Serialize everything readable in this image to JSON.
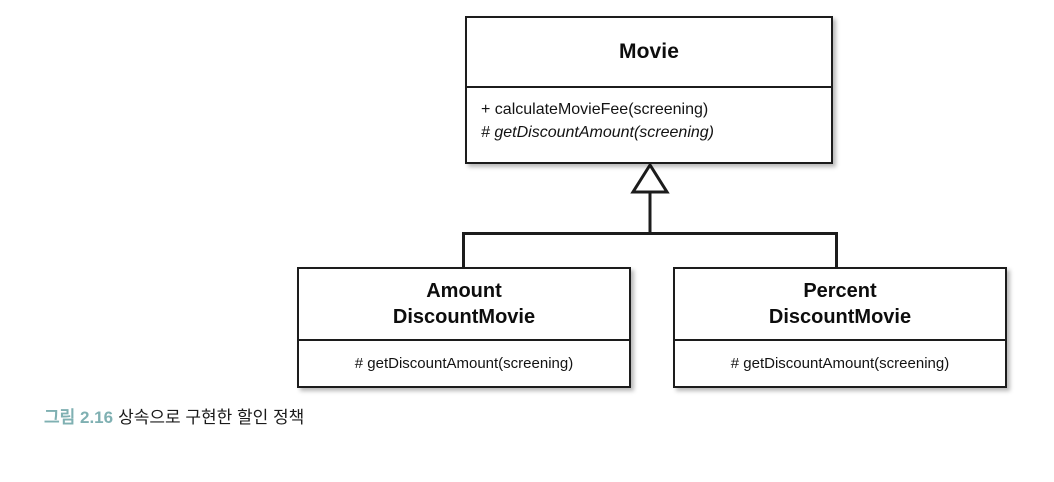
{
  "diagram": {
    "type": "uml-class-diagram",
    "relationship": "generalization",
    "classes": [
      {
        "id": "movie",
        "name_lines": [
          "Movie"
        ],
        "abstract": true,
        "operations": [
          {
            "visibility": "+",
            "signature": "calculateMovieFee(screening)",
            "abstract": false
          },
          {
            "visibility": "#",
            "signature": "getDiscountAmount(screening)",
            "abstract": true
          }
        ]
      },
      {
        "id": "amount",
        "name_lines": [
          "Amount",
          "DiscountMovie"
        ],
        "abstract": false,
        "operations": [
          {
            "visibility": "#",
            "signature": "getDiscountAmount(screening)",
            "abstract": false
          }
        ]
      },
      {
        "id": "percent",
        "name_lines": [
          "Percent",
          "DiscountMovie"
        ],
        "abstract": false,
        "operations": [
          {
            "visibility": "#",
            "signature": "getDiscountAmount(screening)",
            "abstract": false
          }
        ]
      }
    ]
  },
  "movie": {
    "title": "Movie",
    "op1": "+ calculateMovieFee(screening)",
    "op2": "# getDiscountAmount(screening)"
  },
  "amount": {
    "title_line1": "Amount",
    "title_line2": "DiscountMovie",
    "op1": "# getDiscountAmount(screening)"
  },
  "percent": {
    "title_line1": "Percent",
    "title_line2": "DiscountMovie",
    "op1": "# getDiscountAmount(screening)"
  },
  "caption": {
    "number": "그림 2.16",
    "text": "상속으로 구현한 할인 정책"
  },
  "colors": {
    "border": "#1c1c1c",
    "box_fill": "#ffffff",
    "text": "#0d0d0d",
    "caption_accent": "#7fb0b2",
    "page_background": "#ffffff"
  }
}
